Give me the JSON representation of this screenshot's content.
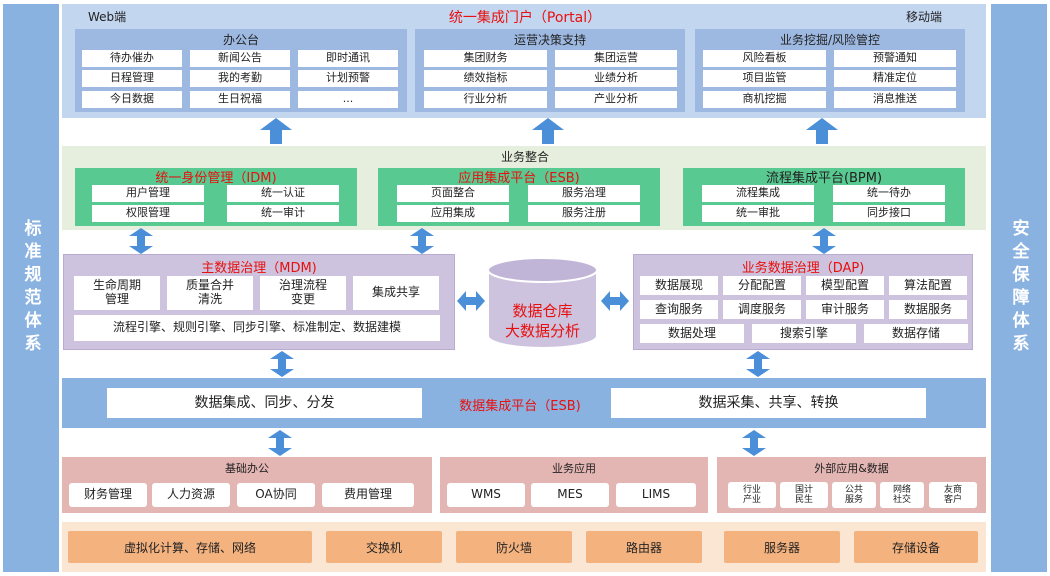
{
  "side_left": "标准规范体系",
  "side_right": "安全保障体系",
  "portal": {
    "web": "Web端",
    "title": "统一集成门户（Portal）",
    "mobile": "移动端",
    "office": {
      "title": "办公台",
      "items": [
        "待办催办",
        "新闻公告",
        "即时通讯",
        "日程管理",
        "我的考勤",
        "计划预警",
        "今日数据",
        "生日祝福",
        "..."
      ]
    },
    "decision": {
      "title": "运营决策支持",
      "items": [
        "集团财务",
        "集团运营",
        "绩效指标",
        "业绩分析",
        "行业分析",
        "产业分析"
      ]
    },
    "mining": {
      "title": "业务挖掘/风险管控",
      "items": [
        "风险看板",
        "预警通知",
        "项目监管",
        "精准定位",
        "商机挖掘",
        "消息推送"
      ]
    }
  },
  "integration": {
    "title": "业务整合",
    "idm": {
      "title": "统一身份管理（IDM)",
      "items": [
        "用户管理",
        "统一认证",
        "权限管理",
        "统一审计"
      ]
    },
    "esb": {
      "title": "应用集成平台（ESB)",
      "items": [
        "页面整合",
        "服务治理",
        "应用集成",
        "服务注册"
      ]
    },
    "bpm": {
      "title": "流程集成平台(BPM)",
      "items": [
        "流程集成",
        "统一待办",
        "统一审批",
        "同步接口"
      ]
    }
  },
  "mdm": {
    "title": "主数据治理（MDM)",
    "items": [
      "生命周期\n管理",
      "质量合并\n清洗",
      "治理流程\n变更",
      "集成共享"
    ],
    "engines": "流程引擎、规则引擎、同步引擎、标准制定、数据建模"
  },
  "warehouse": {
    "line1": "数据仓库",
    "line2": "大数据分析"
  },
  "dap": {
    "title": "业务数据治理（DAP)",
    "items": [
      "数据展现",
      "分配配置",
      "模型配置",
      "算法配置",
      "查询服务",
      "调度服务",
      "审计服务",
      "数据服务"
    ],
    "items2": [
      "数据处理",
      "搜索引擎",
      "数据存储"
    ]
  },
  "esb2": {
    "left": "数据集成、同步、分发",
    "title": "数据集成平台（ESB)",
    "right": "数据采集、共享、转换"
  },
  "apps": {
    "basic": {
      "title": "基础办公",
      "items": [
        "财务管理",
        "人力资源",
        "OA协同",
        "费用管理"
      ]
    },
    "business": {
      "title": "业务应用",
      "items": [
        "WMS",
        "MES",
        "LIMS"
      ]
    },
    "external": {
      "title": "外部应用&数据",
      "items": [
        "行业\n产业",
        "国计\n民生",
        "公共\n服务",
        "网络\n社交",
        "友商\n客户"
      ]
    }
  },
  "infra": [
    "虚拟化计算、存储、网络",
    "交换机",
    "防火墙",
    "路由器",
    "服务器",
    "存储设备"
  ],
  "colors": {
    "side": "#8ab2e0",
    "portal_band": "#c3d6f0",
    "portal_card": "#9db9e2",
    "green_band": "#e6efdd",
    "green_card": "#58c990",
    "purple": "#cdc3df",
    "esb_band": "#8ab2e0",
    "pink": "#e3b6b4",
    "orange_band": "#fbe5d3",
    "orange_cell": "#f4b27f",
    "arrow": "#4a8fd8",
    "accent_red": "#e8100e"
  }
}
